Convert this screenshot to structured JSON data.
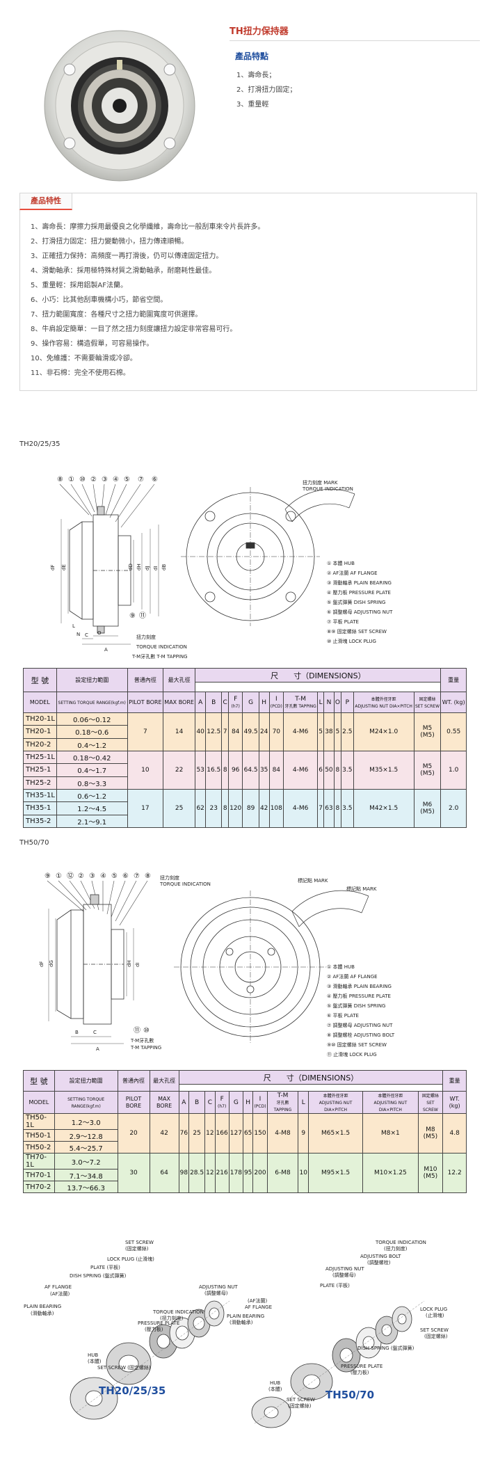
{
  "header": {
    "title": "TH扭力保持器",
    "features_heading": "產品特點",
    "features": [
      "1、壽命長；",
      "2、打滑扭力固定；",
      "3、重量輕"
    ]
  },
  "characteristics": {
    "tab_label": "產品特性",
    "items": [
      "1、壽命長：摩擦力採用最優良之化學纖維，壽命比一般刮車來令片長許多。",
      "2、打滑扭力固定：扭力變動微小，扭力傳達順暢。",
      "3、正確扭力保持：高頻度一再打滑後，仍可以傳達固定扭力。",
      "4、滑動軸承：採用極特殊材質之滑動軸承，耐磨耗性最佳。",
      "5、重量輕：採用鋁製AF法蘭。",
      "6、小巧：比其他刮車機構小巧，節省空間。",
      "7、扭力範圍寬度：各種尺寸之扭力範圍寬度可供選擇。",
      "8、牛肩設定簡單：一目了然之扭力刻度讓扭力設定非常容易可行。",
      "9、操作容易：構造假單，可容易操作。",
      "10、免維護：不需要輪滑或冷卻。",
      "11、非石棉：完全不使用石棉。"
    ]
  },
  "section1": {
    "label": "TH20/25/35",
    "callout_numbers": [
      "⑧",
      "①",
      "⑩",
      "②",
      "③",
      "④",
      "⑤",
      "⑦",
      "⑥"
    ],
    "bottom_callouts": [
      "⑨",
      "⑪"
    ],
    "dim_labels": [
      "dF",
      "dE",
      "dD",
      "dH",
      "dJ",
      "dI",
      "dB",
      "C",
      "A",
      "L",
      "N",
      "O"
    ],
    "left_notes": [
      "扭力刻度",
      "TORQUE INDICATION",
      "T-M牙孔數 T-M TAPPING"
    ],
    "mark_notes": [
      "扭力刻度 MARK",
      "TORQUE INDICATION"
    ],
    "legend": [
      "①  本體 HUB",
      "②  AF法蘭 AF FLANGE",
      "③  滑動軸承 PLAIN BEARING",
      "④  壓力板 PRESSURE PLATE",
      "⑤  盤式彈簧 DISH SPRING",
      "⑥  調整螺母 ADJUSTING NUT",
      "⑦  平板 PLATE",
      "⑧⑨ 固定螺絲 SET SCREW",
      "⑩  止滑塊 LOCK PLUG"
    ],
    "table": {
      "h_model_zh": "型 號",
      "h_model_en": "MODEL",
      "h_torque_zh": "設定扭力範圍",
      "h_torque_en": "SETTING TORQUE RANGE(kgf.m)",
      "h_pilot_zh": "普通內徑",
      "h_pilot_en": "PILOT BORE",
      "h_max_zh": "最大孔徑",
      "h_max_en": "MAX BORE",
      "h_dims": "尺　　寸（DIMENSIONS）",
      "h_cols": [
        "A",
        "B",
        "C",
        "F",
        "G",
        "H",
        "I",
        "T-M",
        "L",
        "N",
        "O",
        "P",
        "本體外徑牙距",
        "固定螺絲"
      ],
      "h_col_subs": {
        "F": "(h7)",
        "I": "(PCD)",
        "T-M": "牙孔數 TAPPING",
        "本體外徑牙距": "ADJUSTING NUT DIA×PITCH",
        "固定螺絲": "SET SCREW"
      },
      "h_weight_zh": "重量",
      "h_weight_en": "WT. (kg)",
      "groups": [
        {
          "models": [
            "TH20-1L",
            "TH20-1",
            "TH20-2"
          ],
          "torque": [
            "0.06～0.12",
            "0.18～0.6",
            "0.4～1.2"
          ],
          "pilot": "7",
          "max": "14",
          "dims": [
            "40",
            "12.5",
            "7",
            "84",
            "49.5",
            "24",
            "70",
            "4-M6",
            "5",
            "38",
            "5",
            "2.5",
            "M24×1.0"
          ],
          "screw": [
            "M5",
            "(M5)"
          ],
          "wt": "0.55"
        },
        {
          "models": [
            "TH25-1L",
            "TH25-1",
            "TH25-2"
          ],
          "torque": [
            "0.18～0.42",
            "0.4～1.7",
            "0.8～3.3"
          ],
          "pilot": "10",
          "max": "22",
          "dims": [
            "53",
            "16.5",
            "8",
            "96",
            "64.5",
            "35",
            "84",
            "4-M6",
            "6",
            "50",
            "8",
            "3.5",
            "M35×1.5"
          ],
          "screw": [
            "M5",
            "(M5)"
          ],
          "wt": "1.0"
        },
        {
          "models": [
            "TH35-1L",
            "TH35-1",
            "TH35-2"
          ],
          "torque": [
            "0.6～1.2",
            "1.2～4.5",
            "2.1～9.1"
          ],
          "pilot": "17",
          "max": "25",
          "dims": [
            "62",
            "23",
            "8",
            "120",
            "89",
            "42",
            "108",
            "4-M6",
            "7",
            "63",
            "8",
            "3.5",
            "M42×1.5"
          ],
          "screw": [
            "M6",
            "(M5)"
          ],
          "wt": "2.0"
        }
      ]
    }
  },
  "section2": {
    "label": "TH50/70",
    "callout_numbers": [
      "⑨",
      "①",
      "⑫",
      "②",
      "③",
      "④",
      "⑤",
      "⑥",
      "⑦",
      "⑧"
    ],
    "bottom_callouts": [
      "⑪",
      "⑩"
    ],
    "dim_labels": [
      "dF",
      "dG",
      "dH",
      "dI",
      "B",
      "C",
      "A"
    ],
    "left_notes": [
      "扭力刻度",
      "TORQUE INDICATION",
      "T-M牙孔數",
      "T-M TAPPING"
    ],
    "mark_notes": [
      "標記點 MARK",
      "標記點 MARK"
    ],
    "legend": [
      "①  本體 HUB",
      "②  AF法蘭 AF FLANGE",
      "③  滑動軸承 PLAIN BEARING",
      "④  壓力板 PRESSURE PLATE",
      "⑤  盤式彈簧 DISH SPRING",
      "⑥  平板 PLATE",
      "⑦  調整螺母 ADJUSTING NUT",
      "⑧  調整螺栓 ADJUSTING BOLT",
      "⑨⑩ 固定螺絲 SET SCREW",
      "⑪  止滑塊 LOCK PLUG"
    ],
    "table": {
      "h_cols": [
        "A",
        "B",
        "C",
        "F",
        "G",
        "H",
        "I",
        "T-M",
        "L",
        "本體外徑牙距",
        "本體外徑牙距",
        "固定螺絲"
      ],
      "h_col_subs": {
        "F": "(h7)",
        "I": "(PCD)",
        "T-M": "牙孔數 TAPPING",
        "n1": "ADJUSTING NUT DIA×PITCH",
        "n2": "ADJUSTING NUT DIA×PITCH",
        "screw": "SET SCREW"
      },
      "groups": [
        {
          "models": [
            "TH50-1L",
            "TH50-1",
            "TH50-2"
          ],
          "torque": [
            "1.2～3.0",
            "2.9～12.8",
            "5.4～25.7"
          ],
          "pilot": "20",
          "max": "42",
          "dims": [
            "76",
            "25",
            "12",
            "166",
            "127",
            "65",
            "150",
            "4-M8",
            "9",
            "M65×1.5",
            "M8×1"
          ],
          "screw": [
            "M8",
            "(M5)"
          ],
          "wt": "4.8"
        },
        {
          "models": [
            "TH70-1L",
            "TH70-1",
            "TH70-2"
          ],
          "torque": [
            "3.0～7.2",
            "7.1～34.8",
            "13.7～66.3"
          ],
          "pilot": "30",
          "max": "64",
          "dims": [
            "98",
            "28.5",
            "12",
            "216",
            "178",
            "95",
            "200",
            "6-M8",
            "10",
            "M95×1.5",
            "M10×1.25"
          ],
          "screw": [
            "M10",
            "(M5)"
          ],
          "wt": "12.2"
        }
      ]
    }
  },
  "exploded": {
    "left_caption": "TH20/25/35",
    "right_caption": "TH50/70",
    "left_labels": [
      "SET SCREW",
      "(固定螺絲)",
      "LOCK PLUG (止滑塊)",
      "PLATE (平板)",
      "DISH SPRING (盤式彈簧)",
      "AF FLANGE",
      "(AF法蘭)",
      "PLAIN BEARING",
      "(滑動軸承)",
      "ADJUSTING NUT",
      "(調整螺母)",
      "TORQUE INDICATION",
      "(扭力刻度)",
      "PRESSURE PLATE",
      "(壓力板)",
      "HUB",
      "(本體)",
      "SET SCREW (固定螺絲)"
    ],
    "right_labels": [
      "TORQUE INDICATION",
      "(扭力刻度)",
      "ADJUSTING BOLT",
      "(調整螺栓)",
      "ADJUSTING NUT",
      "(調整螺母)",
      "PLATE (平板)",
      "(AF法蘭)",
      "AF FLANGE",
      "PLAIN BEARING",
      "(滑動軸承)",
      "LOCK PLUG",
      "(止滑塊)",
      "SET SCREW",
      "(固定螺絲)",
      "DISH SPRING (盤式彈簧)",
      "PRESSURE PLATE",
      "(壓力板)",
      "HUB",
      "(本體)",
      "SET SCREW",
      "(固定螺絲)"
    ]
  }
}
